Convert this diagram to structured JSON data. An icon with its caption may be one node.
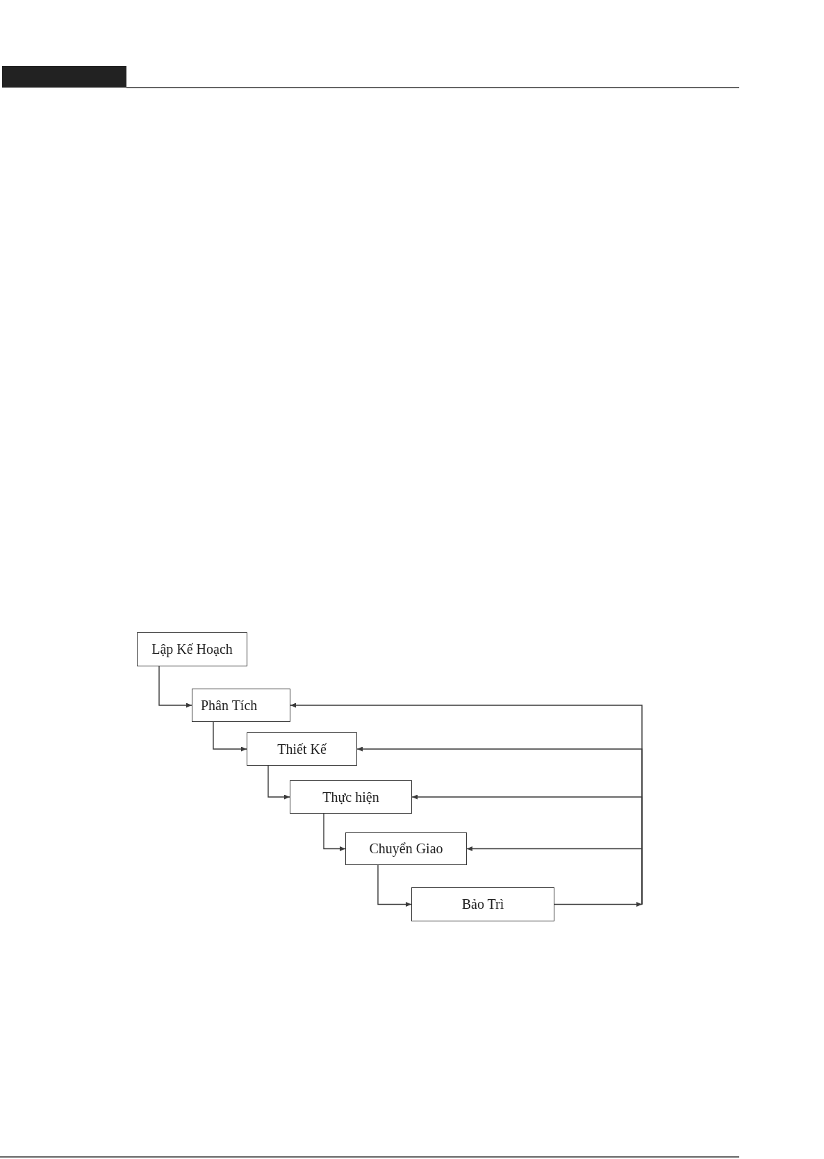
{
  "diagram": {
    "nodes": [
      {
        "text": [
          "Lập Kế Hoạch"
        ]
      },
      {
        "text": [
          "Phân Tích"
        ]
      },
      {
        "text": [
          "Thiết Kế"
        ]
      },
      {
        "text": [
          "Thực hiện"
        ]
      },
      {
        "text": [
          "Chuyển Giao"
        ]
      },
      {
        "text": [
          "Bảo Trì"
        ]
      }
    ],
    "edges": [
      {
        "from": 0,
        "to": 1,
        "arrow": "to"
      },
      {
        "from": 1,
        "to": 2,
        "arrow": "to"
      },
      {
        "from": 2,
        "to": 3,
        "arrow": "to"
      },
      {
        "from": 3,
        "to": 4,
        "arrow": "to"
      },
      {
        "from": 4,
        "to": 5,
        "arrow": "to"
      },
      {
        "from": 5,
        "to": 1,
        "arrow": "to"
      },
      {
        "from": 5,
        "to": 2,
        "arrow": "to"
      },
      {
        "from": 5,
        "to": 3,
        "arrow": "to"
      },
      {
        "from": 5,
        "to": 4,
        "arrow": "to"
      }
    ]
  }
}
